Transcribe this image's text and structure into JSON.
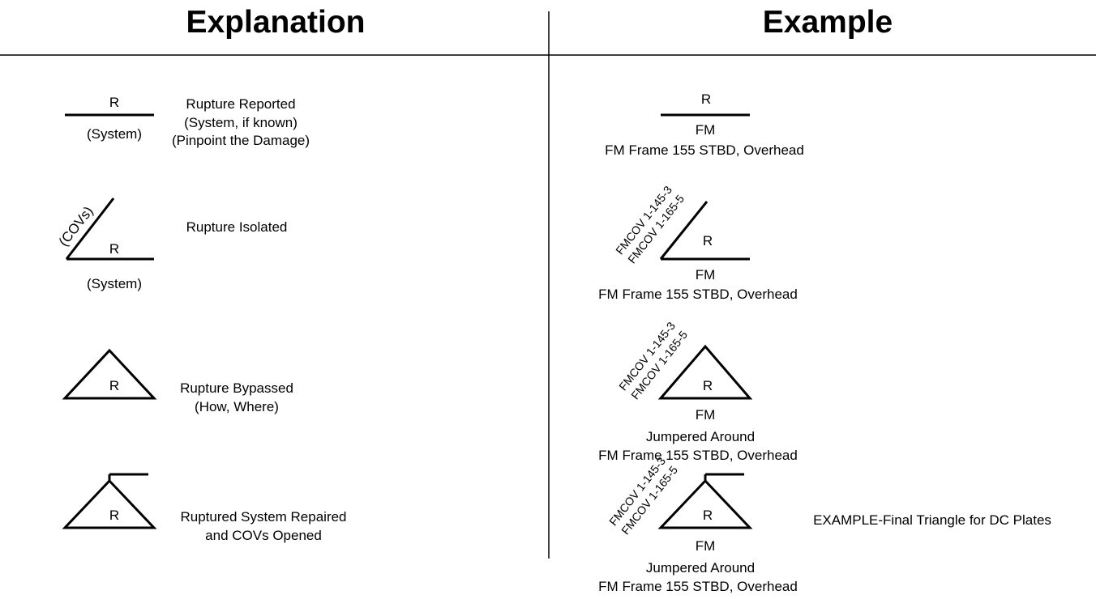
{
  "headers": {
    "left": "Explanation",
    "right": "Example"
  },
  "symbol_letter": "R",
  "explanation": {
    "reported": {
      "system": "(System)",
      "lines": [
        "Rupture Reported",
        "(System, if known)",
        "(Pinpoint the Damage)"
      ]
    },
    "isolated": {
      "covs": "(COVs)",
      "system": "(System)",
      "label": "Rupture Isolated"
    },
    "bypassed": {
      "lines": [
        "Rupture Bypassed",
        "(How, Where)"
      ]
    },
    "repaired": {
      "lines": [
        "Ruptured System Repaired",
        "and COVs Opened"
      ]
    }
  },
  "example": {
    "reported": {
      "system": "FM",
      "location": "FM Frame 155 STBD,  Overhead"
    },
    "isolated": {
      "cov1": "FMCOV 1-145-3",
      "cov2": "FMCOV 1-165-5",
      "system": "FM",
      "location": "FM Frame 155 STBD, Overhead"
    },
    "bypassed": {
      "cov1": "FMCOV 1-145-3",
      "cov2": "FMCOV 1-165-5",
      "system": "FM",
      "how": "Jumpered Around",
      "location": "FM Frame 155 STBD, Overhead"
    },
    "repaired": {
      "cov1": "FMCOV 1-145-3",
      "cov2": "FMCOV 1-165-5",
      "system": "FM",
      "how": "Jumpered Around",
      "location": "FM Frame 155 STBD, Overhead",
      "note": "EXAMPLE-Final Triangle for DC Plates"
    }
  }
}
